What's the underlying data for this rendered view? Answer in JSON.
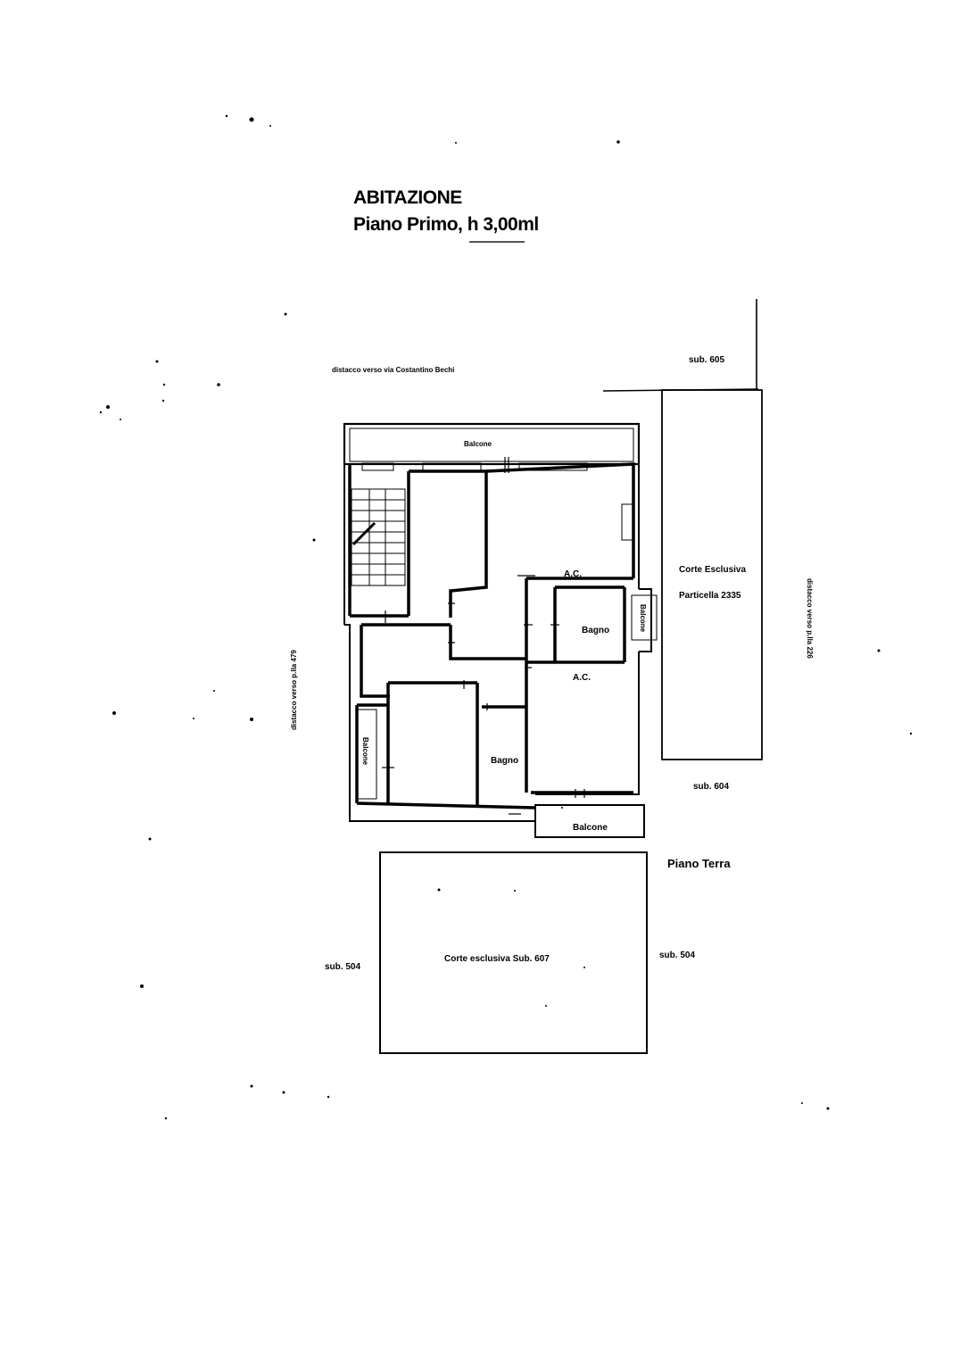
{
  "header": {
    "title": "ABITAZIONE",
    "subtitle": "Piano Primo, h 3,00ml"
  },
  "labels": {
    "distacco_top": "distacco verso via Costantino Bechi",
    "distacco_left": "distacco verso p.lla 479",
    "distacco_right": "distacco verso p.lla 226",
    "sub_605": "sub. 605",
    "sub_604_right": "sub. 604",
    "sub_504_left": "sub. 504",
    "sub_504_right": "sub. 504",
    "corte_esclusiva_line1": "Corte Esclusiva",
    "corte_esclusiva_line2": "Particella 2335",
    "piano_terra": "Piano Terra",
    "corte_sub607": "Corte esclusiva Sub. 607",
    "balcone_top": "Balcone",
    "balcone_bottom": "Balcone",
    "balcone_left": "Balcone",
    "balcone_right": "Balcone",
    "ac_upper": "A.C.",
    "ac_lower": "A.C.",
    "bagno_upper": "Bagno",
    "bagno_lower": "Bagno"
  }
}
